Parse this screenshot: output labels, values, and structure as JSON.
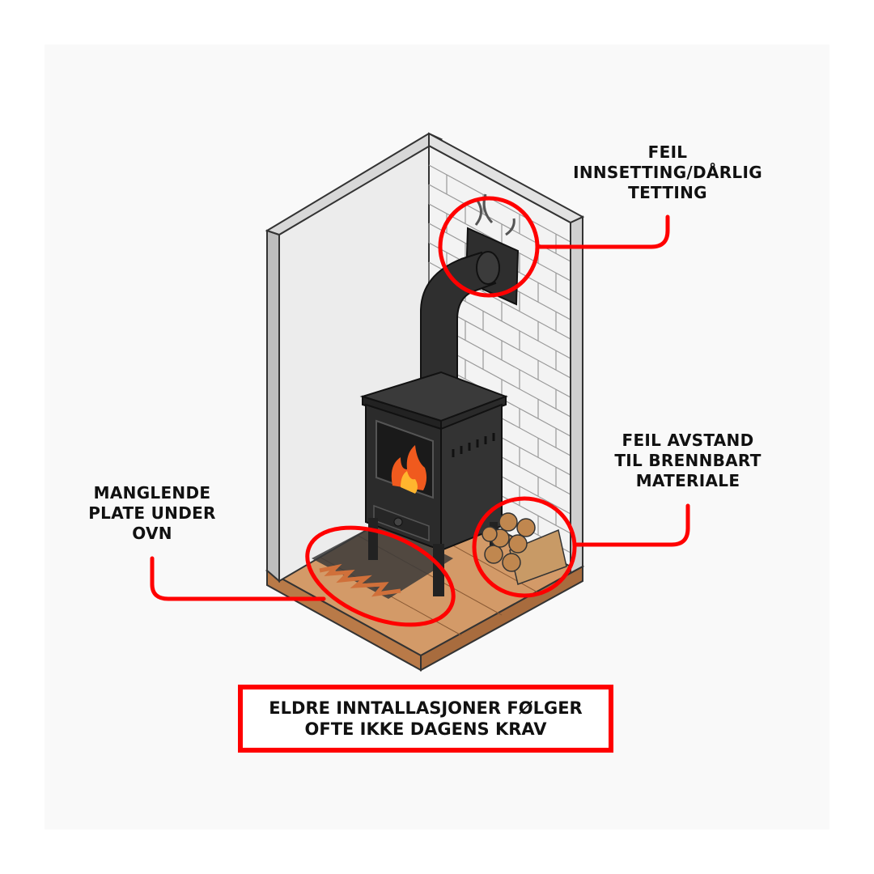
{
  "labels": {
    "top": [
      "FEIL",
      "INNSETTING/DÅRLIG",
      "TETTING"
    ],
    "right": [
      "FEIL AVSTAND",
      "TIL BRENNBART",
      "MATERIALE"
    ],
    "left": [
      "MANGLENDE",
      "PLATE UNDER",
      "OVN"
    ]
  },
  "footer": [
    "ELDRE INNTALLASJONER FØLGER",
    "OFTE IKKE DAGENS KRAV"
  ],
  "colors": {
    "accent": "#ff0000",
    "stove": "#2b2b2b",
    "wood": "#c98a57"
  }
}
